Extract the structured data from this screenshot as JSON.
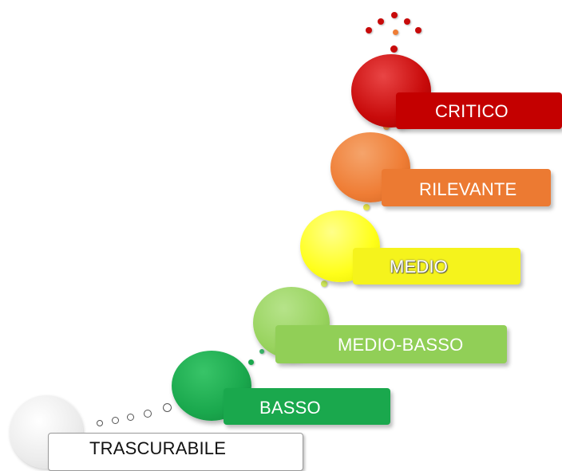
{
  "levels": [
    {
      "label": "TRASCURABILE",
      "color": "#ffffff",
      "ball_color": "#eaeaea",
      "text_color": "#000000"
    },
    {
      "label": "BASSO",
      "color": "#16a34a",
      "ball_color": "#1aa84d",
      "text_color": "#ffffff"
    },
    {
      "label": "MEDIO-BASSO",
      "color": "#8fcf56",
      "ball_color": "#98d35e",
      "text_color": "#ffffff"
    },
    {
      "label": "MEDIO",
      "color": "#f5f31c",
      "ball_color": "#ffff1a",
      "text_color": "#ffffff"
    },
    {
      "label": "RILEVANTE",
      "color": "#ec7a32",
      "ball_color": "#ef7d35",
      "text_color": "#ffffff"
    },
    {
      "label": "CRITICO",
      "color": "#c40000",
      "ball_color": "#c80a0a",
      "text_color": "#ffffff"
    }
  ]
}
